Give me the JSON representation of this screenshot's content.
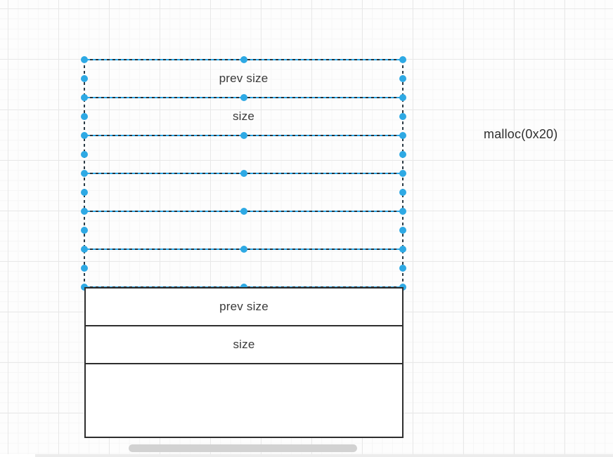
{
  "annotation": {
    "label": "malloc(0x20)"
  },
  "selected_chunk": {
    "rows": [
      {
        "label": "prev size"
      },
      {
        "label": "size"
      },
      {
        "label": ""
      },
      {
        "label": ""
      },
      {
        "label": ""
      },
      {
        "label": ""
      }
    ]
  },
  "allocated_chunk": {
    "rows": [
      {
        "label": "prev size"
      },
      {
        "label": "size"
      },
      {
        "label": ""
      }
    ]
  },
  "colors": {
    "selection_accent": "#2aa7e8",
    "selection_handle": "#2ea9e4",
    "shape_border": "#2e2e2e",
    "label_text": "#3a3a3a",
    "grid_major": "#e8e8e8",
    "grid_minor": "#f6f6f6",
    "scrollbar_thumb": "#d2d2d2"
  }
}
